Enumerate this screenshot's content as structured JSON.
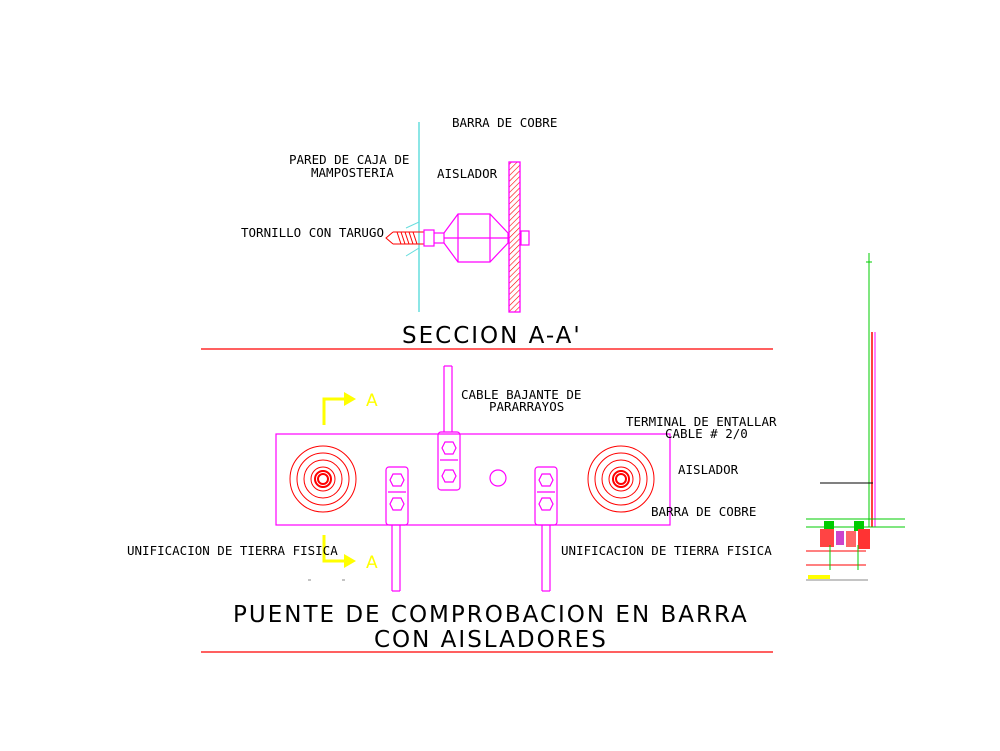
{
  "colors": {
    "magenta": "#ff00ff",
    "red": "#ff0000",
    "cyan": "#66dddd",
    "yellow": "#ffff00",
    "green": "#00cc00",
    "background": "#ffffff"
  },
  "section_aa": {
    "title": "SECCION A-A'",
    "labels": {
      "barra_cobre": "BARRA DE COBRE",
      "pared_line1": "PARED DE CAJA DE",
      "pared_line2": "MAMPOSTERIA",
      "aislador": "AISLADOR",
      "tornillo": "TORNILLO CON TARUGO"
    }
  },
  "puente": {
    "title_line1": "PUENTE DE COMPROBACION EN BARRA",
    "title_line2": "CON AISLADORES",
    "section_marker": "A",
    "labels": {
      "cable_line1": "CABLE BAJANTE DE",
      "cable_line2": "PARARRAYOS",
      "terminal_line1": "TERMINAL DE ENTALLAR",
      "terminal_line2": "CABLE # 2/0",
      "aislador": "AISLADOR",
      "barra_cobre": "BARRA DE COBRE",
      "tierra_left": "UNIFICACION DE TIERRA FISICA",
      "tierra_right": "UNIFICACION DE TIERRA FISICA"
    }
  }
}
